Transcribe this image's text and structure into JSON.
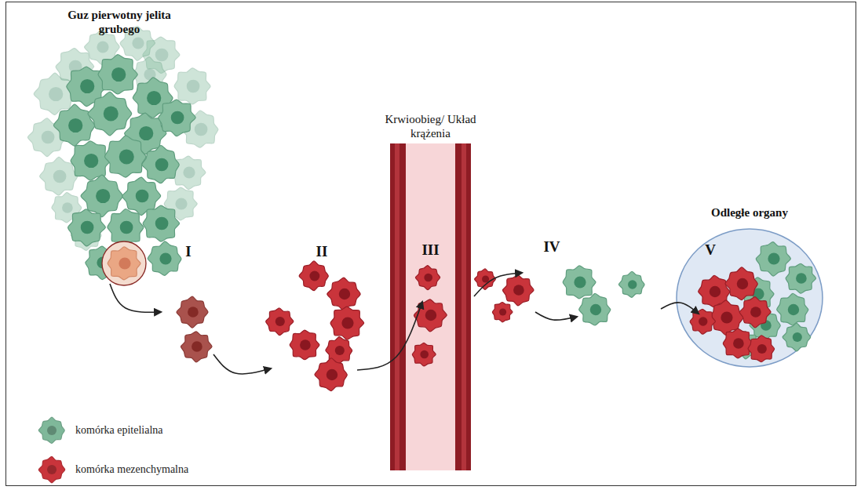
{
  "diagram": {
    "nodes": [
      {
        "text": [
          "Krwioobieg/ Układ krążenia",
          "III"
        ]
      },
      {
        "text": [
          "Odległe organy",
          "V"
        ]
      }
    ],
    "labels": [
      "Guz pierwotny jelita grubego",
      "I",
      "II",
      "IV"
    ],
    "legend": [
      {
        "text": "komórka epitelialna",
        "color": "#7fb89a"
      },
      {
        "text": "komórka mezenchymalna",
        "color": "#c9343b"
      }
    ]
  }
}
